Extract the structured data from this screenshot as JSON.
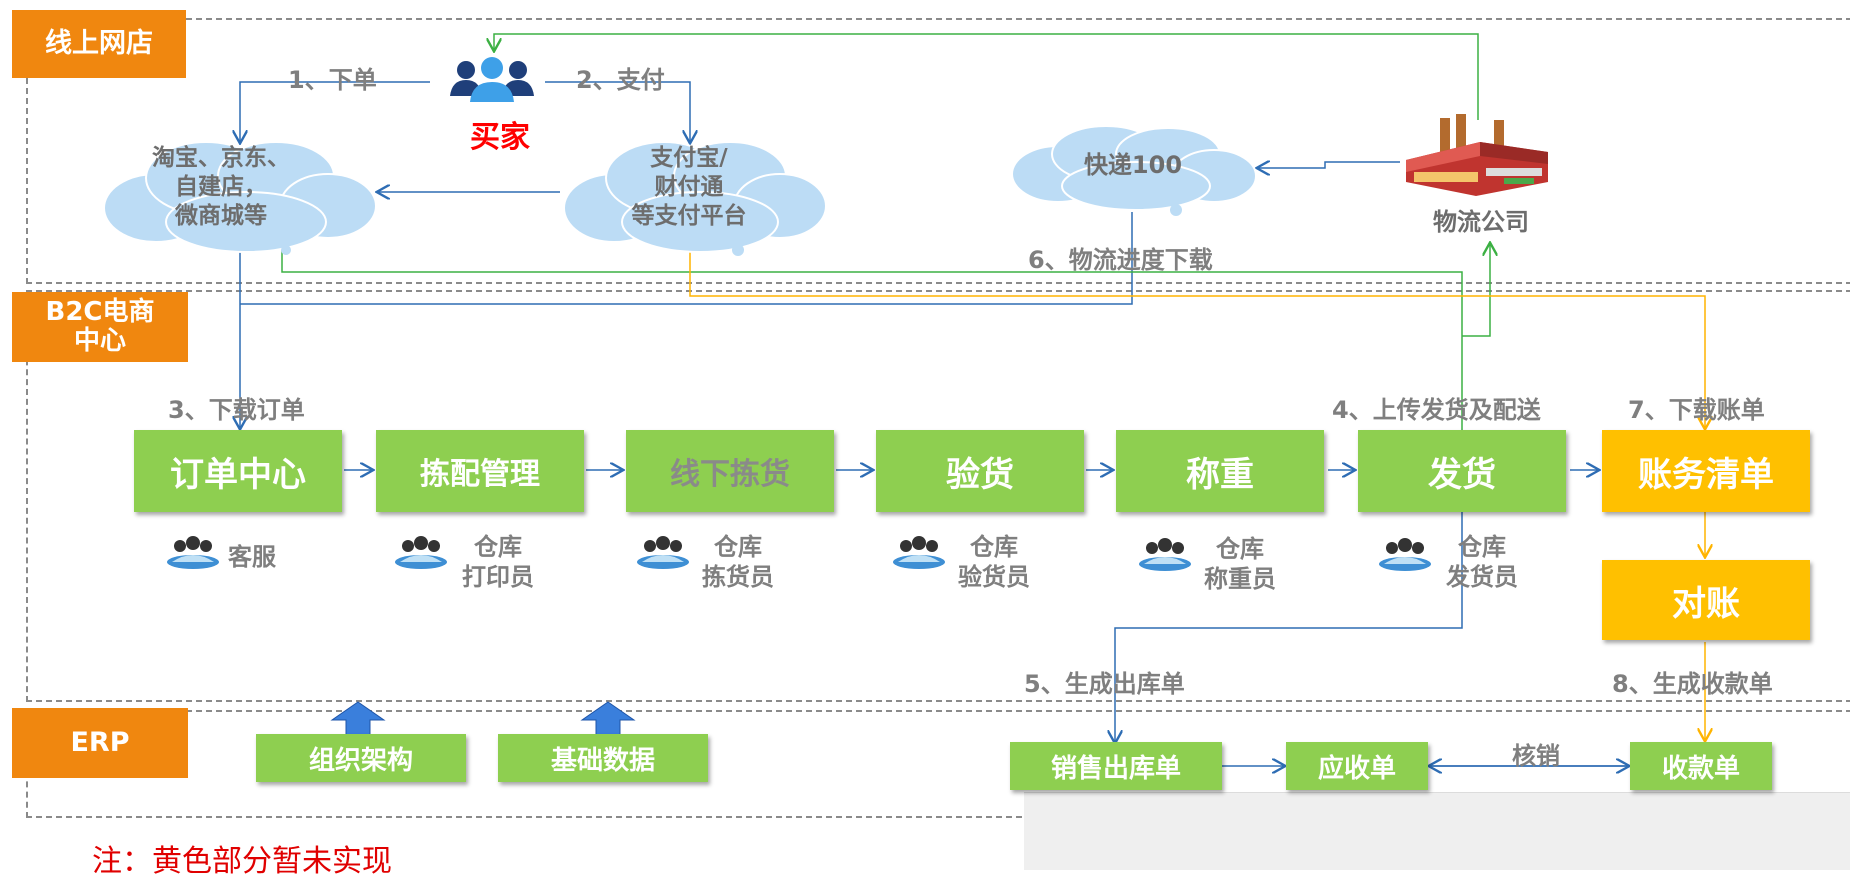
{
  "zones": {
    "online": "线上网店",
    "b2c": "B2C电商\n中心",
    "erp": "ERP"
  },
  "buyer": {
    "label": "买家",
    "color": "#ff0000"
  },
  "clouds": {
    "shops": "淘宝、京东、\n自建店，\n微商城等",
    "pay": "支付宝/\n财付通\n等支付平台",
    "express": "快递100"
  },
  "logistics": "物流公司",
  "steps": {
    "s1": "1、下单",
    "s2": "2、支付",
    "s3": "3、下载订单",
    "s4": "4、上传发货及配送",
    "s5": "5、生成出库单",
    "s6": "6、物流进度下载",
    "s7": "7、下载账单",
    "s8": "8、生成收款单",
    "verify": "核销"
  },
  "process": [
    {
      "label": "订单中心",
      "role": "客服"
    },
    {
      "label": "拣配管理",
      "role": "仓库\n打印员"
    },
    {
      "label": "线下拣货",
      "role": "仓库\n拣货员"
    },
    {
      "label": "验货",
      "role": "仓库\n验货员"
    },
    {
      "label": "称重",
      "role": "仓库\n称重员"
    },
    {
      "label": "发货",
      "role": "仓库\n发货员"
    }
  ],
  "finance": {
    "bill": "账务清单",
    "reconcile": "对账"
  },
  "erp": {
    "org": "组织架构",
    "basic": "基础数据",
    "outbound": "销售出库单",
    "receivable": "应收单",
    "receipt": "收款单"
  },
  "note": "注：黄色部分暂未实现",
  "colors": {
    "green": "#8ecf50",
    "yellow": "#ffc000",
    "orange": "#f0870f",
    "blue_line": "#2e6db4",
    "green_line": "#3cb043",
    "orange_line": "#ffb400"
  }
}
